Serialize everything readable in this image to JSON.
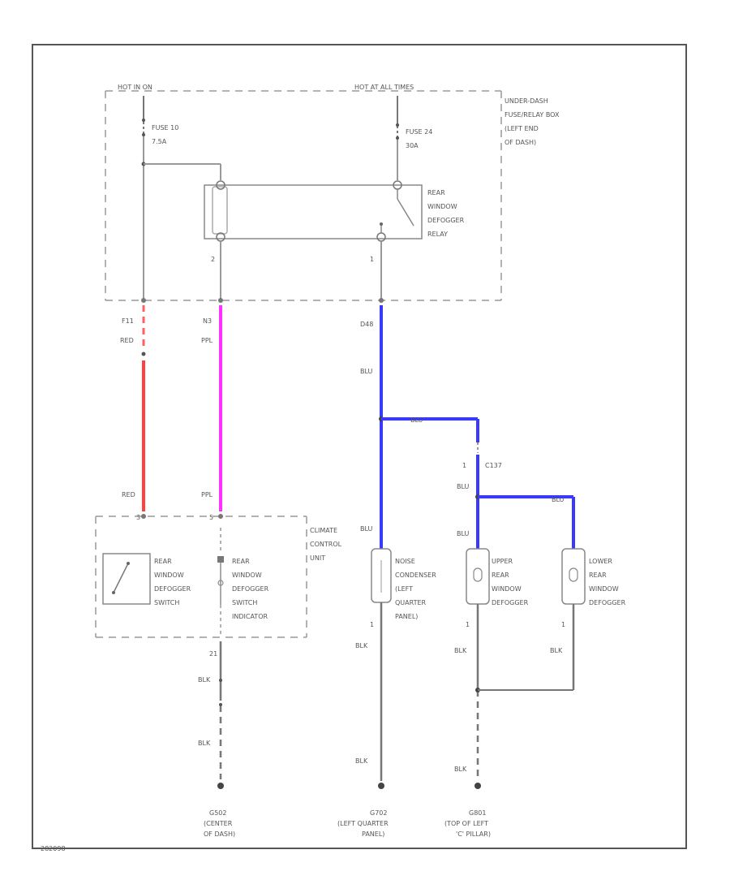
{
  "header": {
    "hot_in_on": "HOT IN ON",
    "hot_at_all_times": "HOT AT ALL TIMES"
  },
  "fuse_box": {
    "label": [
      "UNDER-DASH",
      "FUSE/RELAY BOX",
      "(LEFT END",
      "OF DASH)"
    ],
    "fuse10": [
      "FUSE 10",
      "7.5A"
    ],
    "fuse24": [
      "FUSE 24",
      "30A"
    ],
    "relay": [
      "REAR",
      "WINDOW",
      "DEFOGGER",
      "RELAY"
    ],
    "pin_left": "2",
    "pin_right": "1"
  },
  "wires": {
    "red_conn": "F11",
    "red_color": "RED",
    "ppl_conn": "N3",
    "ppl_color": "PPL",
    "blu_conn": "D48",
    "blu": "BLU",
    "c137": "C137",
    "c137_pin": "1",
    "red_bottom": "RED",
    "ppl_bottom": "PPL",
    "red_pin": "3",
    "ppl_pin": "5"
  },
  "climate": {
    "label": [
      "CLIMATE",
      "CONTROL",
      "UNIT"
    ],
    "switch": [
      "REAR",
      "WINDOW",
      "DEFOGGER",
      "SWITCH"
    ],
    "indicator": [
      "REAR",
      "WINDOW",
      "DEFOGGER",
      "SWITCH",
      "INDICATOR"
    ],
    "ground_pin": "21"
  },
  "components": {
    "noise": [
      "NOISE",
      "CONDENSER",
      "(LEFT",
      "QUARTER",
      "PANEL)"
    ],
    "upper": [
      "UPPER",
      "REAR",
      "WINDOW",
      "DEFOGGER"
    ],
    "lower": [
      "LOWER",
      "REAR",
      "WINDOW",
      "DEFOGGER"
    ],
    "pin": "1"
  },
  "grounds": {
    "blk": "BLK",
    "g502": [
      "G502",
      "(CENTER",
      "OF DASH)"
    ],
    "g702": [
      "G702",
      "(LEFT QUARTER",
      "PANEL)"
    ],
    "g801": [
      "G801",
      "(TOP OF LEFT",
      "'C' PILLAR)"
    ]
  },
  "footer": {
    "code": "282098"
  },
  "colors": {
    "red": "#ff4040",
    "ppl": "#ff33ff",
    "blu": "#3a3aff",
    "wire": "#6d6d6d",
    "frame": "#555555"
  }
}
